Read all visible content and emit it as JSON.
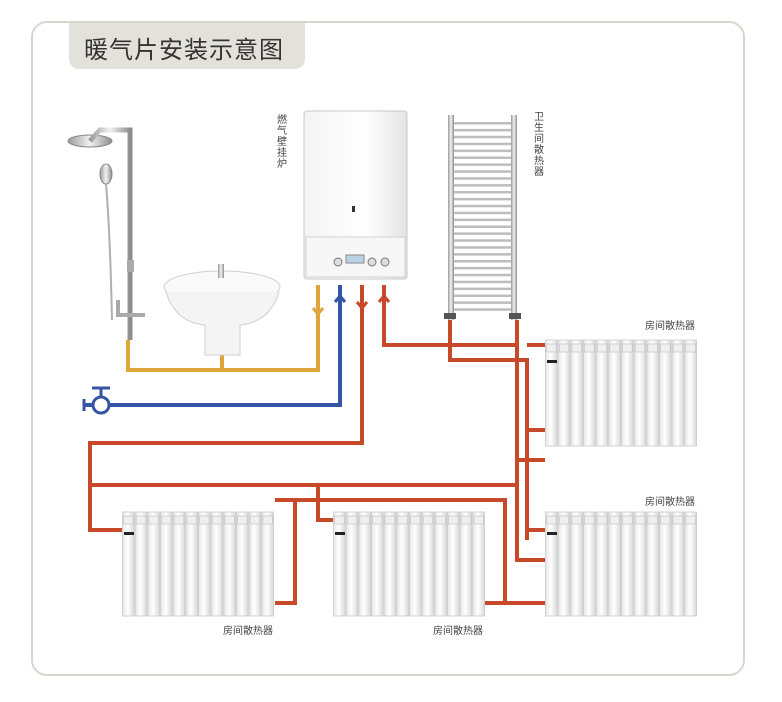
{
  "title": "暖气片安装示意图",
  "labels": {
    "boiler": "燃气壁挂炉",
    "towel_radiator": "卫生间散热器",
    "room_radiator": "房间散热器"
  },
  "colors": {
    "hot_pipe": "#c8492a",
    "warm_pipe": "#e0a53a",
    "cold_pipe": "#3554a5",
    "frame": "#d8d6cc",
    "title_bg": "#e3e2da"
  }
}
